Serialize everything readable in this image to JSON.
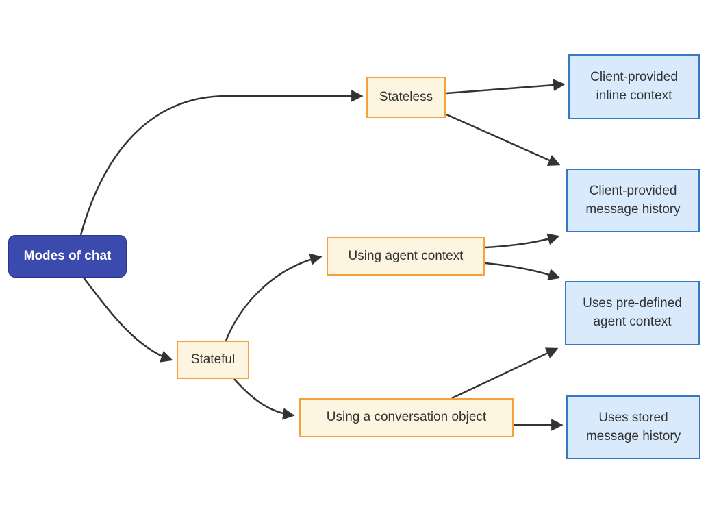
{
  "diagram": {
    "type": "flowchart",
    "direction": "left-to-right",
    "nodes": {
      "modes": {
        "label": "Modes of chat",
        "role": "root"
      },
      "stateless": {
        "label": "Stateless",
        "role": "branch"
      },
      "stateful": {
        "label": "Stateful",
        "role": "branch"
      },
      "agent_context": {
        "label": "Using agent context",
        "role": "branch"
      },
      "conversation_object": {
        "label": "Using a conversation object",
        "role": "branch"
      },
      "inline_context": {
        "label": "Client-provided\ninline context",
        "role": "leaf"
      },
      "message_history": {
        "label": "Client-provided\nmessage history",
        "role": "leaf"
      },
      "predefined_context": {
        "label": "Uses pre-defined\nagent context",
        "role": "leaf"
      },
      "stored_history": {
        "label": "Uses stored\nmessage history",
        "role": "leaf"
      }
    },
    "edges": [
      {
        "from": "modes",
        "to": "stateless"
      },
      {
        "from": "modes",
        "to": "stateful"
      },
      {
        "from": "stateless",
        "to": "inline_context"
      },
      {
        "from": "stateless",
        "to": "message_history"
      },
      {
        "from": "agent_context",
        "to": "message_history"
      },
      {
        "from": "agent_context",
        "to": "predefined_context"
      },
      {
        "from": "stateful",
        "to": "agent_context"
      },
      {
        "from": "stateful",
        "to": "conversation_object"
      },
      {
        "from": "conversation_object",
        "to": "predefined_context"
      },
      {
        "from": "conversation_object",
        "to": "stored_history"
      }
    ],
    "colors": {
      "root_fill": "#3b4aad",
      "root_border": "#28348f",
      "root_text": "#ffffff",
      "branch_fill": "#fdf5e0",
      "branch_border": "#f6a23a",
      "leaf_fill": "#d9eafc",
      "leaf_border": "#3579c4",
      "edge": "#333333",
      "text": "#333333",
      "background": "#ffffff"
    }
  }
}
